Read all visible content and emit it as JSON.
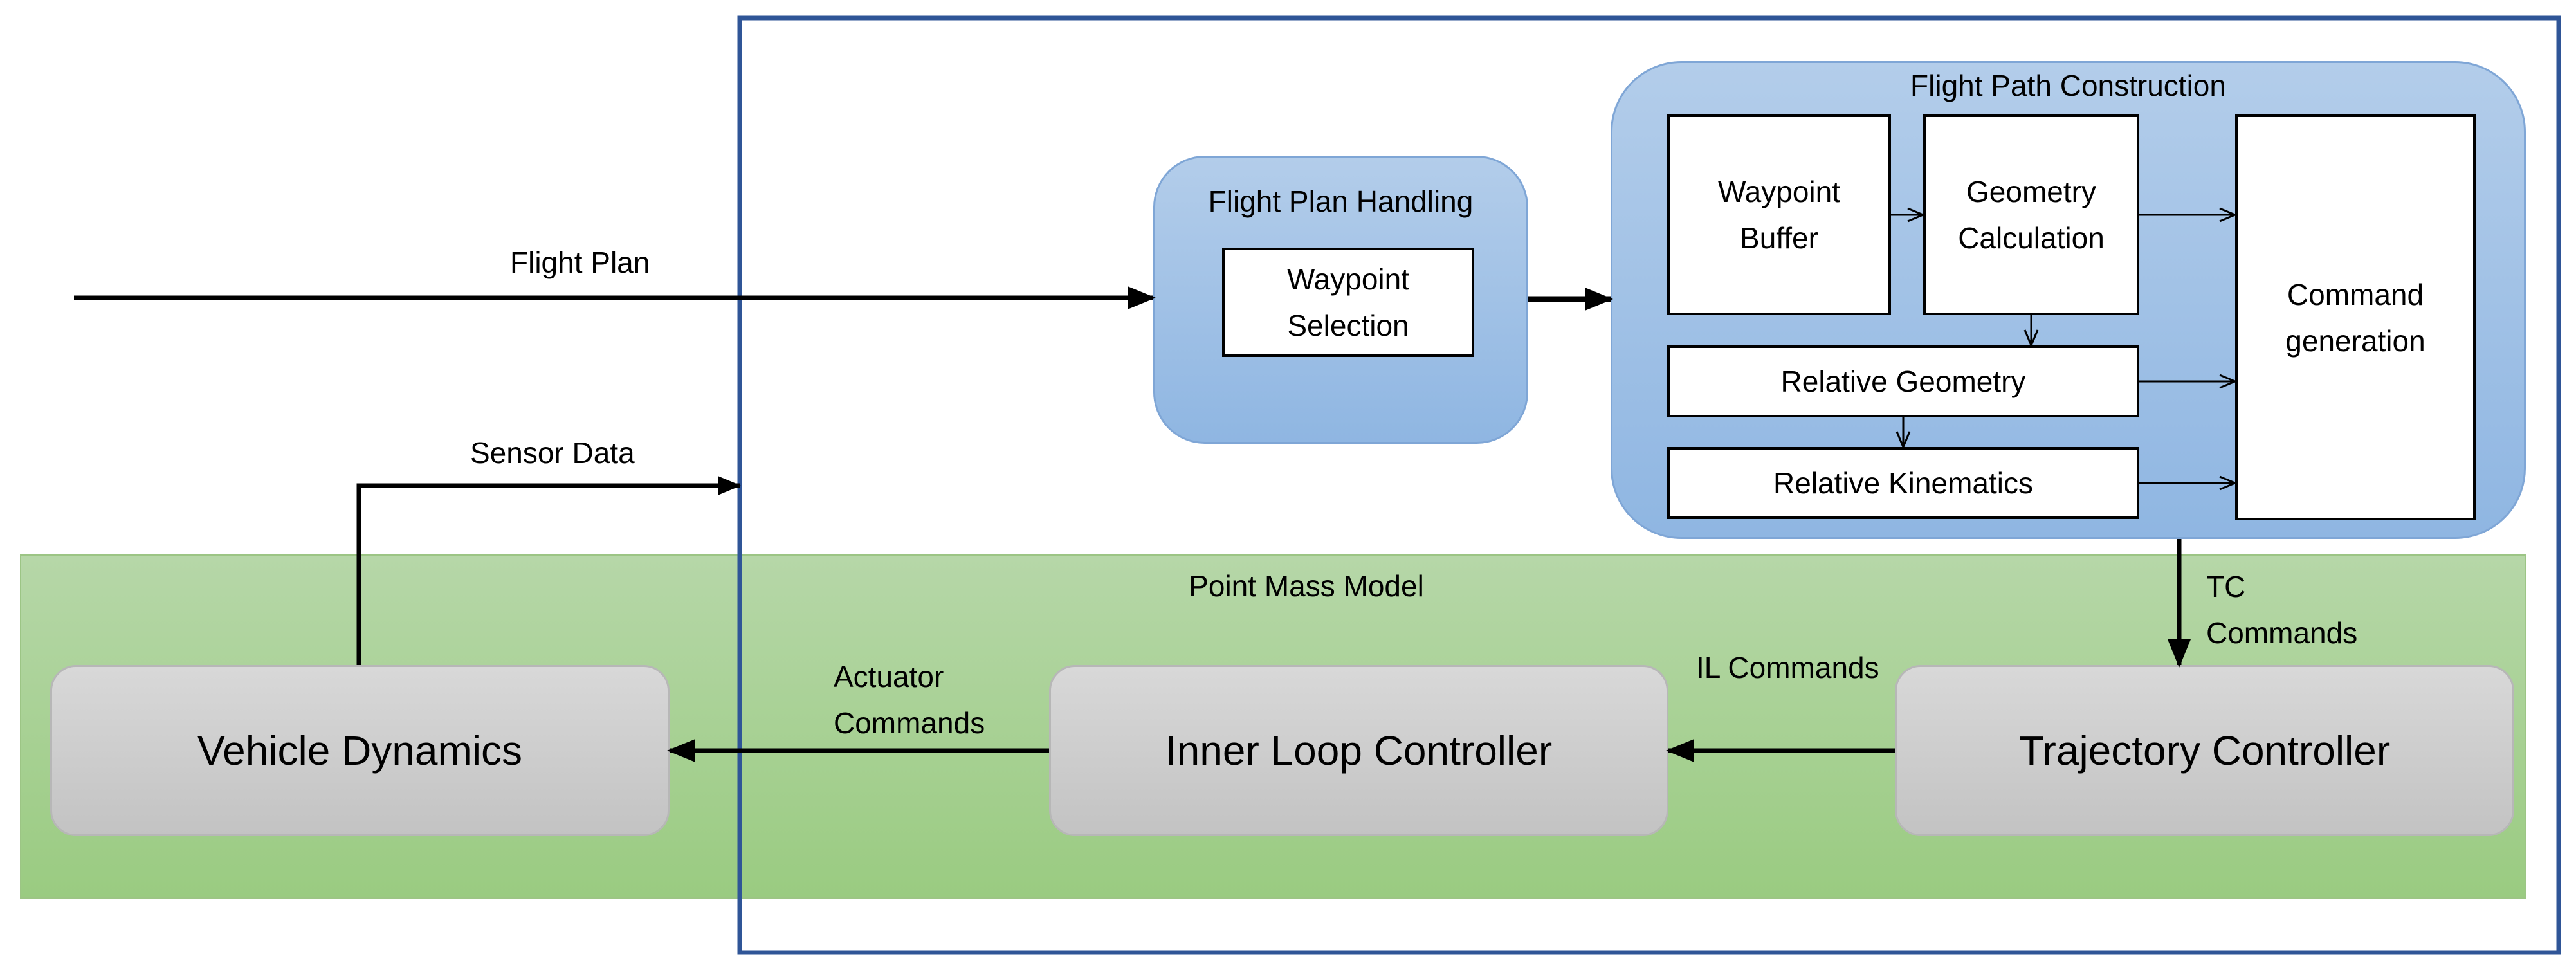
{
  "labels": {
    "flight_plan_arrow": "Flight Plan",
    "sensor_data_arrow": "Sensor Data",
    "point_mass_model": "Point Mass Model",
    "flight_plan_handling": "Flight Plan Handling",
    "waypoint_selection": "Waypoint Selection",
    "flight_path_construction": "Flight Path Construction",
    "waypoint_buffer": "Waypoint Buffer",
    "geometry_calculation": "Geometry Calculation",
    "command_generation": "Command generation",
    "relative_geometry": "Relative Geometry",
    "relative_kinematics": "Relative Kinematics",
    "tc_commands": "TC Commands",
    "il_commands": "IL Commands",
    "actuator_commands": "Actuator Commands",
    "vehicle_dynamics": "Vehicle Dynamics",
    "inner_loop_controller": "Inner Loop Controller",
    "trajectory_controller": "Trajectory Controller"
  },
  "colors": {
    "outer_frame": "#2f5597",
    "point_mass_fill": "#a9d18e",
    "flight_box_fill": "#9dc3e6",
    "controller_fill": "#cfcfcf"
  }
}
